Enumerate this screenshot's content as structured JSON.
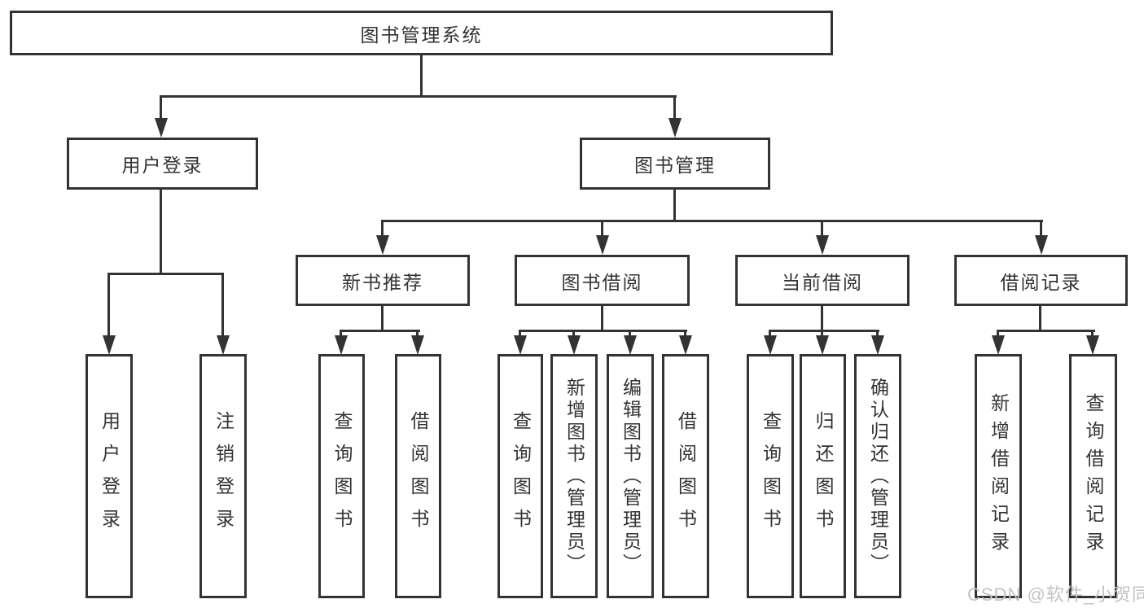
{
  "diagram": {
    "title": "图书管理系统",
    "root": {
      "label": "图书管理系统"
    },
    "branches": [
      {
        "label": "用户登录"
      },
      {
        "label": "图书管理"
      }
    ],
    "modules": [
      {
        "label": "新书推荐"
      },
      {
        "label": "图书借阅"
      },
      {
        "label": "当前借阅"
      },
      {
        "label": "借阅记录"
      }
    ],
    "leaves": [
      {
        "label": "用户登录"
      },
      {
        "label": "注销登录"
      },
      {
        "label": "查询图书"
      },
      {
        "label": "借阅图书"
      },
      {
        "label": "查询图书"
      },
      {
        "label": "新增图书（管理员）"
      },
      {
        "label": "编辑图书（管理员）"
      },
      {
        "label": "借阅图书"
      },
      {
        "label": "查询图书"
      },
      {
        "label": "归还图书"
      },
      {
        "label": "确认归还（管理员）"
      },
      {
        "label": "新增借阅记录"
      },
      {
        "label": "查询借阅记录"
      }
    ],
    "line_color": "#333333",
    "background_color": "#ffffff"
  },
  "watermark": {
    "text": "CSDN @软件_小贺同学"
  }
}
